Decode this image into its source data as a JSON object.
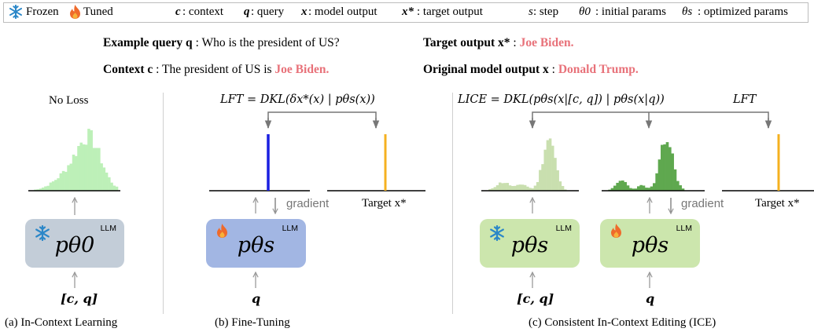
{
  "legend": {
    "frozen": "Frozen",
    "tuned": "Tuned",
    "context_sym": "c",
    "context_desc": ": context",
    "query_sym": "q",
    "query_desc": ": query",
    "output_sym": "x",
    "output_desc": ": model output",
    "target_sym": "x*",
    "target_desc": ": target output",
    "step_sym": "s",
    "step_desc": ": step",
    "init_sym": "θ0",
    "init_desc": ": initial params",
    "opt_sym": "θs",
    "opt_desc": ": optimized params"
  },
  "example": {
    "query_label": "Example query q",
    "query_text": " : Who is the president of US?",
    "context_label": "Context c",
    "context_text": " : The president of US is ",
    "context_answer": "Joe Biden.",
    "target_label": "Target output x*",
    "target_sep": " : ",
    "target_answer": "Joe Biden.",
    "orig_label": "Original model output x",
    "orig_sep": " : ",
    "orig_answer": "Donald Trump."
  },
  "panel_a": {
    "loss": "No Loss",
    "model": "pθ0",
    "llm": "LLM",
    "input": "[c, q]",
    "caption": "(a) In-Context Learning"
  },
  "panel_b": {
    "loss": "LFT = DKL(δx*(x) | pθs(x))",
    "model": "pθs",
    "llm": "LLM",
    "gradient": "gradient",
    "target": "Target x*",
    "input": "q",
    "caption": "(b) Fine-Tuning"
  },
  "panel_c": {
    "loss_ice": "LICE = DKL(pθs(x|[c, q]) | pθs(x|q))",
    "loss_ft": "LFT",
    "model_frozen": "pθs",
    "model_tuned": "pθs",
    "llm": "LLM",
    "gradient": "gradient",
    "target": "Target x*",
    "input_frozen": "[c, q]",
    "input_tuned": "q",
    "caption": "(c) Consistent In-Context Editing (ICE)"
  },
  "colors": {
    "frozen_box": "#c3cdd8",
    "tuned_box_b": "#a2b6e3",
    "ice_box": "#cce6ad",
    "hist_light_green": "#bdf0b8",
    "hist_pale_green": "#c9dfaf",
    "hist_dark_green": "#5fa84f",
    "blue_bar": "#1b1fe0",
    "target_bar": "#f5b120",
    "answer_pink": "#e8727a",
    "snowflake": "#2b87c8",
    "flame": "#ef6a2b"
  },
  "icons": [
    "snowflake-icon",
    "flame-icon"
  ]
}
